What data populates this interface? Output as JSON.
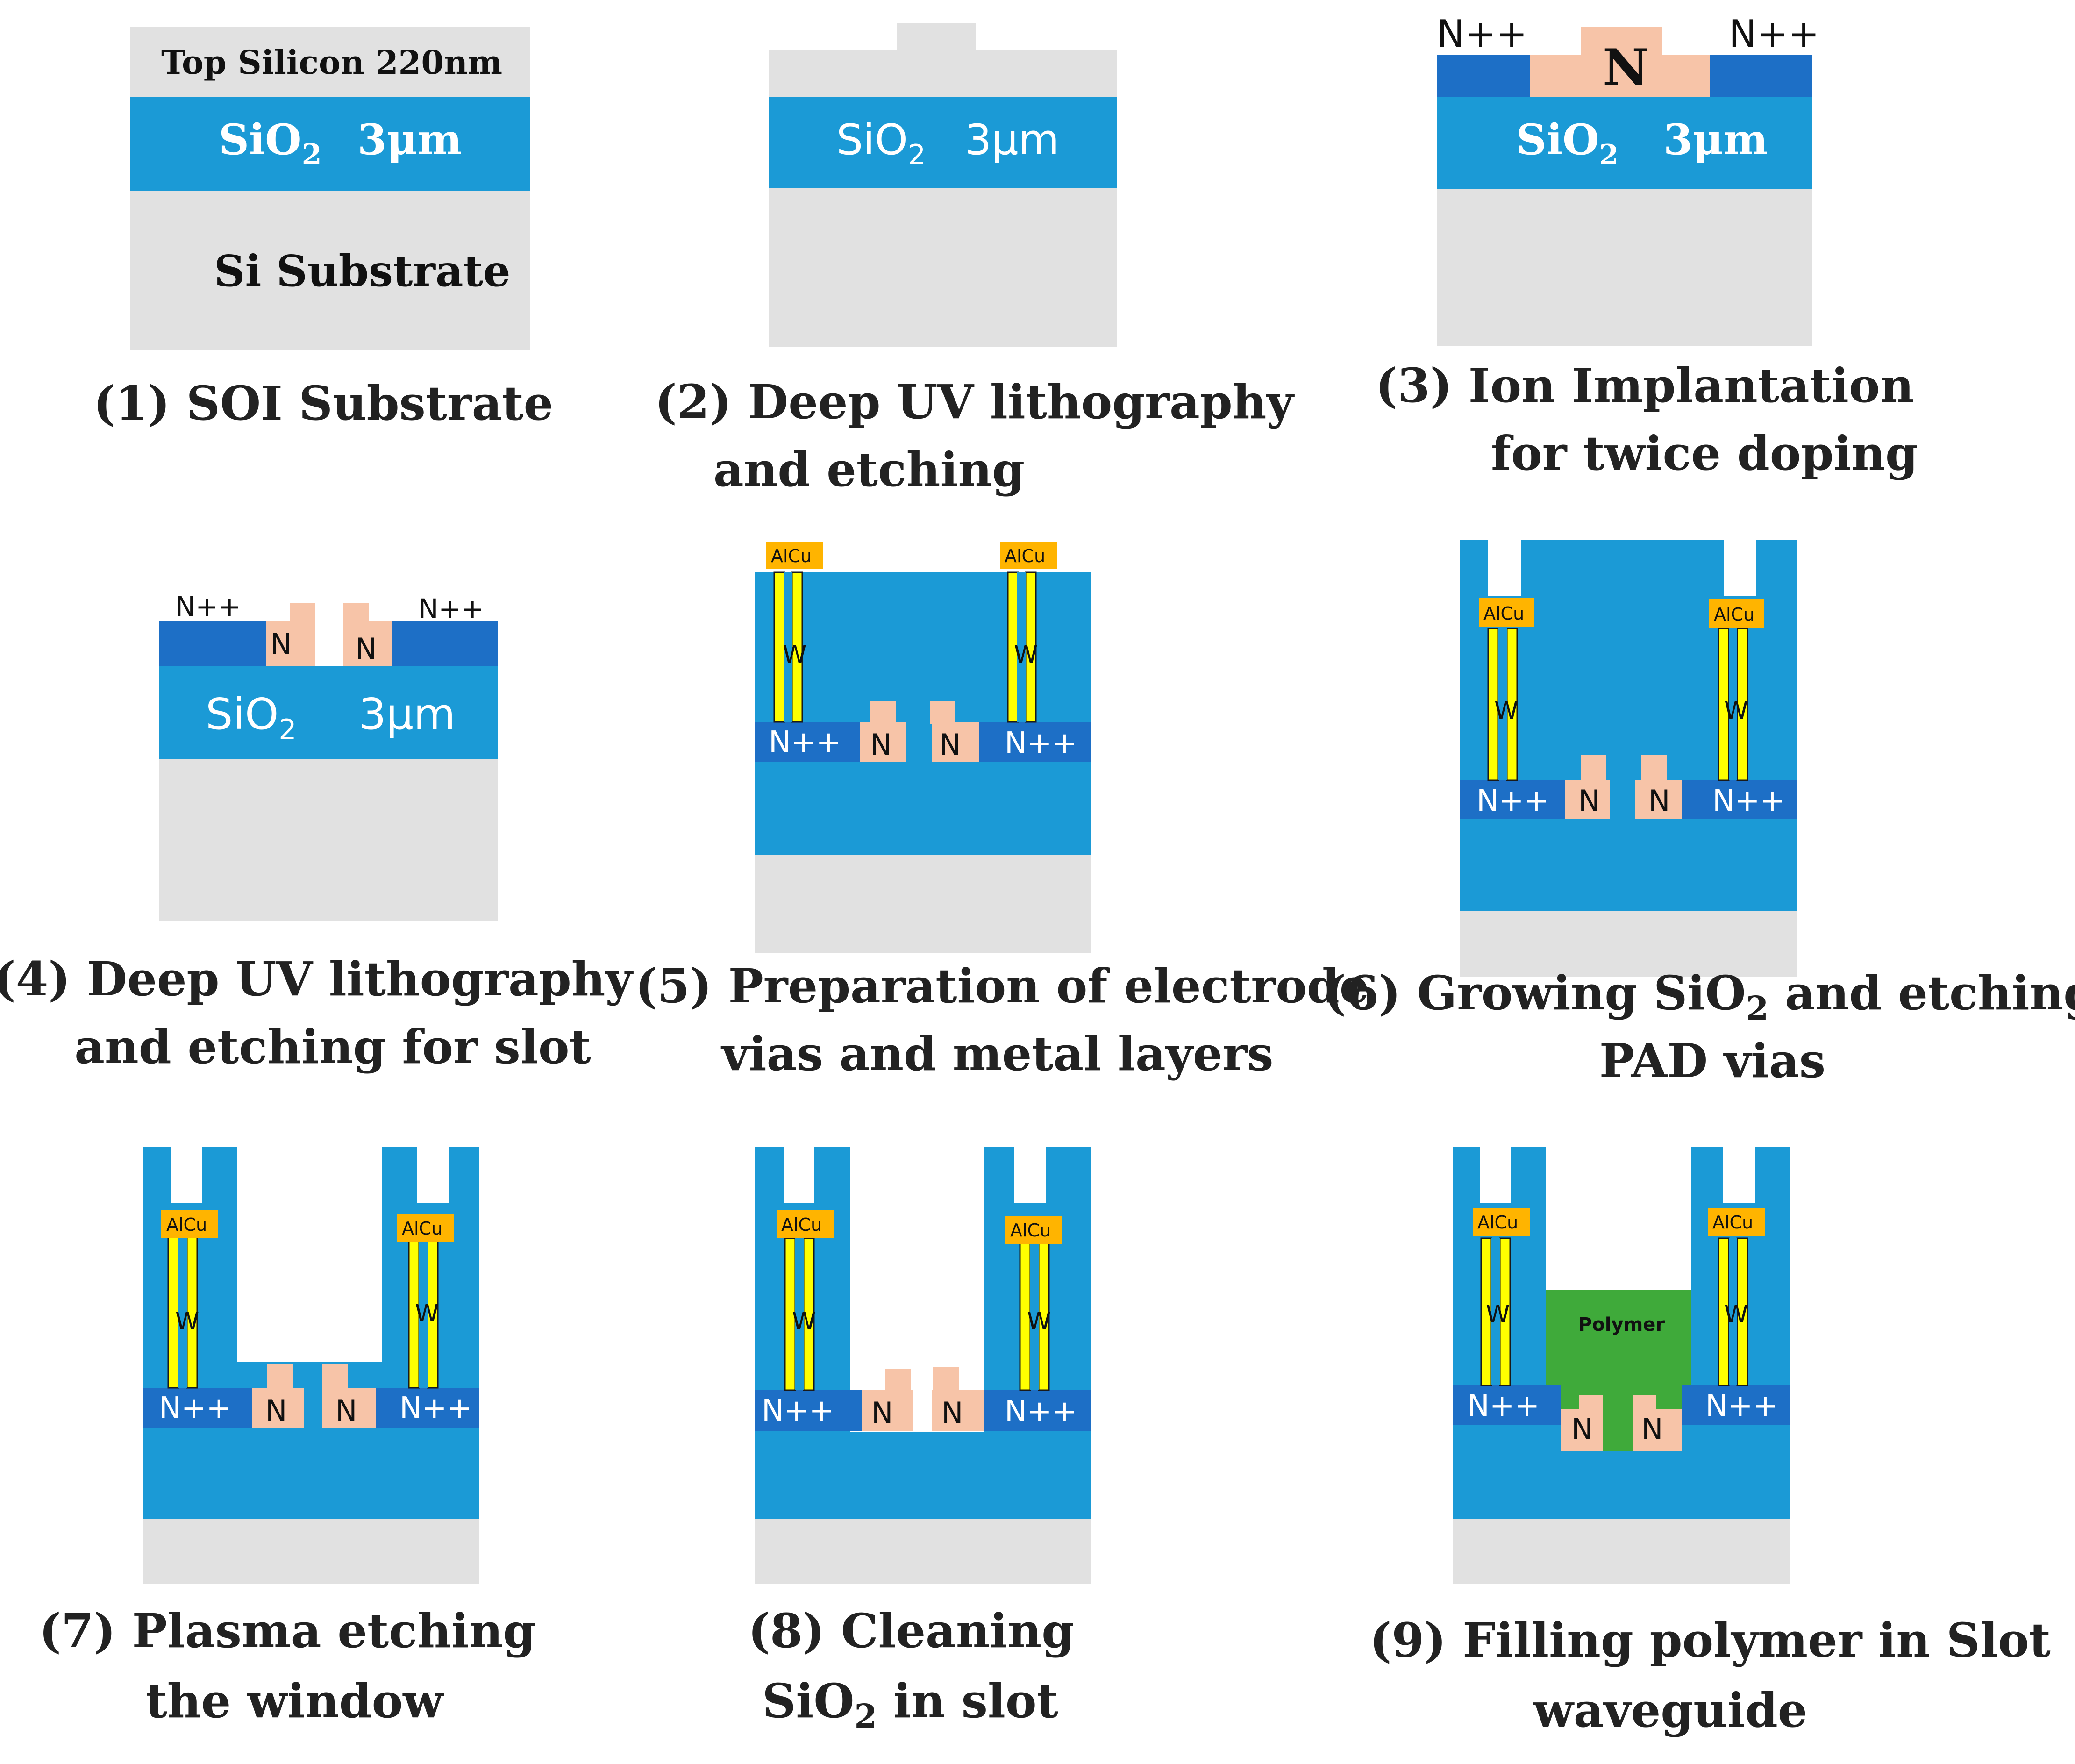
{
  "colors": {
    "substrate": "#e1e1e1",
    "oxide": "#1b9ad6",
    "heavy_doped": "#1d6fc6",
    "doped": "#f7c4a8",
    "metal_via": "#ffff00",
    "via_stroke": "#1a1a1a",
    "alcu": "#ffb400",
    "polymer": "#3faa3a",
    "caption": "#222222"
  },
  "labels": {
    "top_silicon": "Top Silicon 220nm",
    "sio2": "SiO",
    "sio2_sub": "2",
    "thickness": "3μm",
    "si_substrate": "Si  Substrate",
    "npp": "N++",
    "n": "N",
    "alcu": "AlCu",
    "w": "W",
    "polymer": "Polymer"
  },
  "steps": [
    {
      "num": "(1)",
      "line1": "SOI Substrate"
    },
    {
      "num": "(2)",
      "line1": "Deep UV lithography",
      "line2": "and etching"
    },
    {
      "num": "(3)",
      "line1": "Ion Implantation",
      "line2": "for twice doping"
    },
    {
      "num": "(4)",
      "line1": "Deep UV lithography",
      "line2": "and etching for slot"
    },
    {
      "num": "(5)",
      "line1": "Preparation of electrode",
      "line2": "vias and  metal layers"
    },
    {
      "num": "(6)",
      "line1a": "Growing SiO",
      "line1sub": "2",
      "line1b": " and etching",
      "line2": "PAD vias"
    },
    {
      "num": "(7)",
      "line1": "Plasma etching",
      "line2": "the  window"
    },
    {
      "num": "(8)",
      "line1": "Cleaning",
      "line2a": "SiO",
      "line2sub": "2",
      "line2b": "  in slot"
    },
    {
      "num": "(9)",
      "line1": "Filling polymer in Slot",
      "line2": "waveguide"
    }
  ]
}
